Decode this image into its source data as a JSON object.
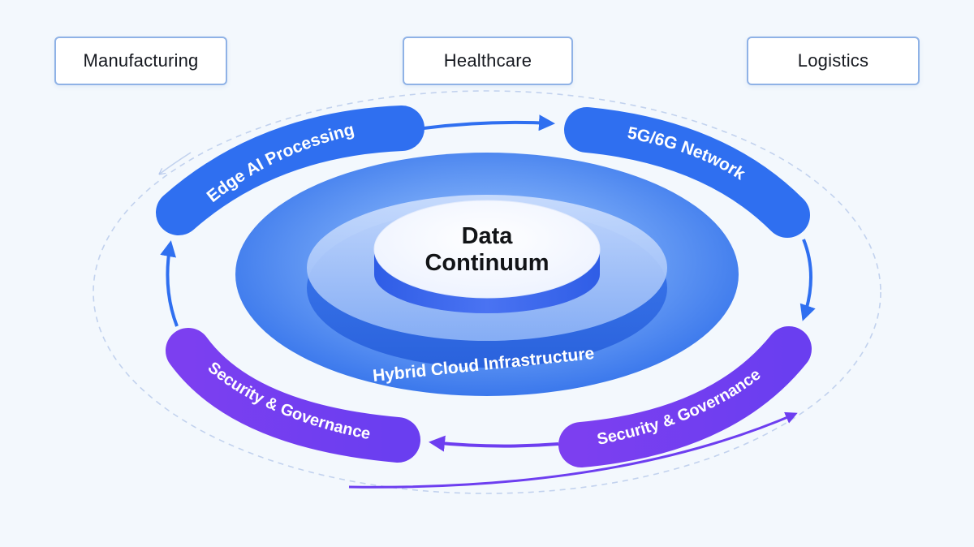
{
  "sectors": [
    {
      "label": "Manufacturing"
    },
    {
      "label": "Healthcare"
    },
    {
      "label": "Logistics"
    }
  ],
  "core": {
    "line1": "Data",
    "line2": "Continuum"
  },
  "ring": {
    "label": "Hybrid Cloud Infrastructure"
  },
  "segments": {
    "edge": "Edge AI Processing",
    "network": "5G/6G Network",
    "security_left": "Security & Governance",
    "security_right": "Security & Governance"
  },
  "colors": {
    "blue": "#2f6ff0",
    "purple": "#7a3ff0",
    "ring_blue": "#4b86ef",
    "background": "#f3f8fd"
  }
}
